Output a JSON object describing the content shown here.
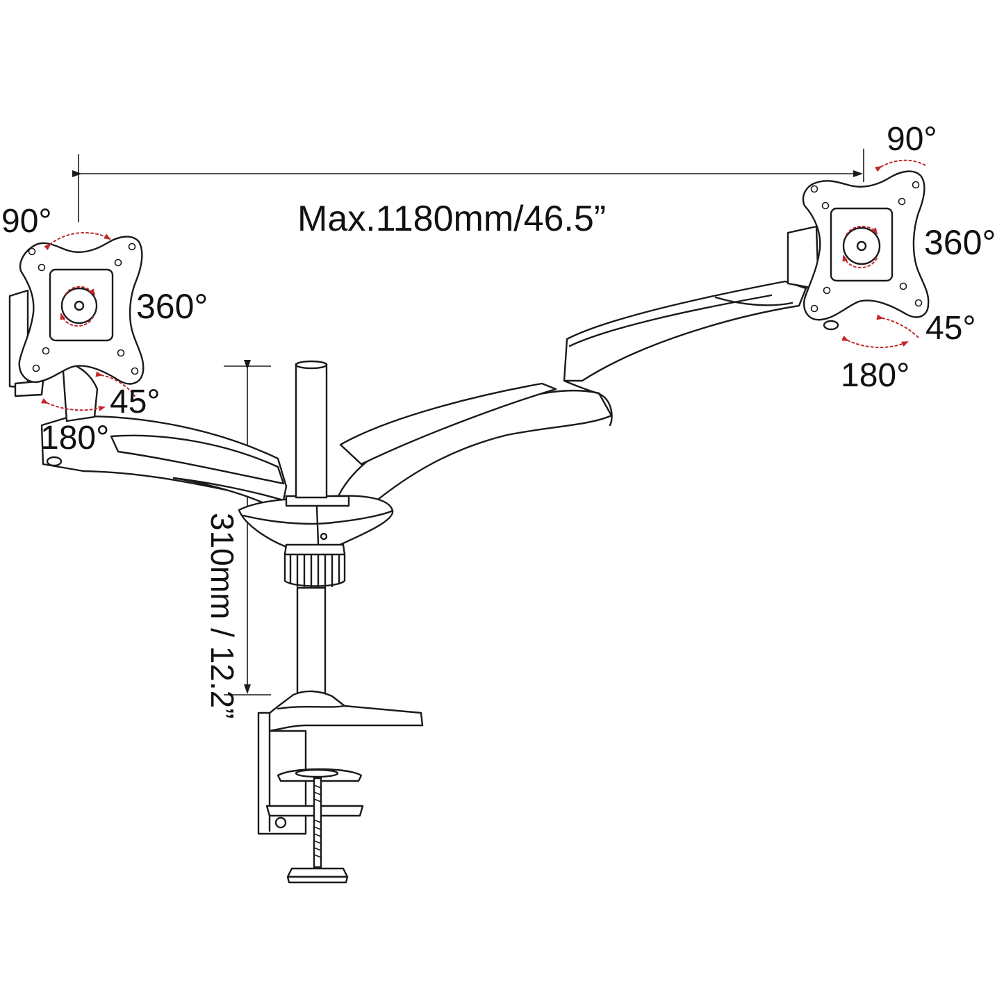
{
  "dimensions": {
    "max_width_label": "Max.1180mm/46.5”",
    "height_label": "310mm / 12.2”"
  },
  "left_head": {
    "tilt_label": "90°",
    "rotate_label": "360°",
    "swivel_label": "45°",
    "pan_label": "180°"
  },
  "right_head": {
    "tilt_label": "90°",
    "rotate_label": "360°",
    "swivel_label": "45°",
    "pan_label": "180°"
  },
  "colors": {
    "line": "#1a1a1a",
    "rotation_arrow": "#c0282c",
    "background": "#ffffff"
  }
}
